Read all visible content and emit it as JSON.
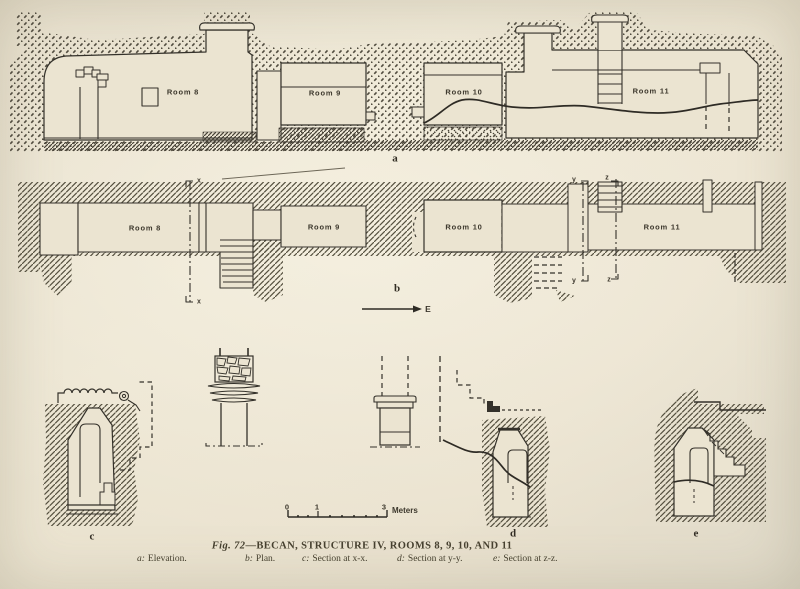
{
  "figure": {
    "caption": {
      "fig_label": "Fig. 72",
      "title_rest": "—BECAN, STRUCTURE IV, ROOMS 8, 9, 10, AND 11",
      "items": [
        {
          "letter": "a:",
          "text": "Elevation."
        },
        {
          "letter": "b:",
          "text": "Plan."
        },
        {
          "letter": "c:",
          "text": "Section at x-x."
        },
        {
          "letter": "d:",
          "text": "Section at y-y."
        },
        {
          "letter": "e:",
          "text": "Section at z-z."
        }
      ]
    }
  },
  "room_names": [
    "Room 8",
    "Room 9",
    "Room 10",
    "Room 11"
  ],
  "panel_labels": {
    "elevation": "a",
    "plan": "b",
    "section_c": "c",
    "section_d": "d",
    "section_e": "e"
  },
  "section_markers": {
    "x": "x",
    "y": "y",
    "z": "z"
  },
  "direction": {
    "east": "E"
  },
  "scale_bar": {
    "tick0": "0",
    "tick1": "1",
    "tick3": "3",
    "unit": "Meters"
  },
  "colors": {
    "paper": "#ebe4d1",
    "ink": "#34312a",
    "hatch": "#534e41"
  }
}
